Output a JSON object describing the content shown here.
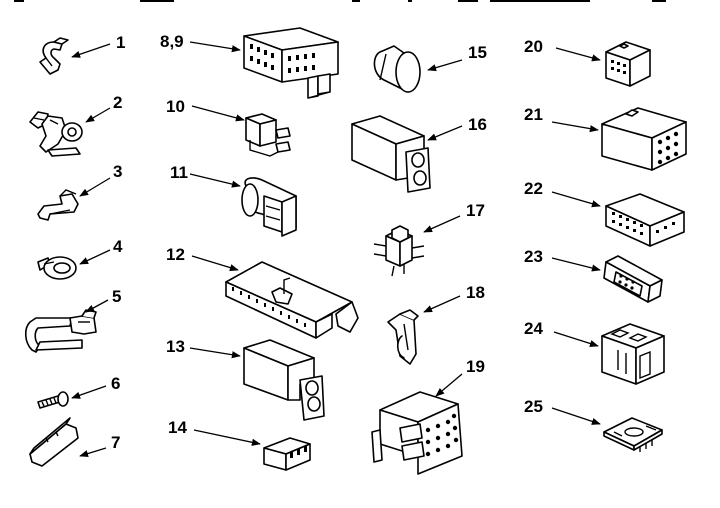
{
  "parts": [
    {
      "key": "p1",
      "label": "1"
    },
    {
      "key": "p2",
      "label": "2"
    },
    {
      "key": "p3",
      "label": "3"
    },
    {
      "key": "p4",
      "label": "4"
    },
    {
      "key": "p5",
      "label": "5"
    },
    {
      "key": "p6",
      "label": "6"
    },
    {
      "key": "p7",
      "label": "7"
    },
    {
      "key": "p89",
      "label": "8,9"
    },
    {
      "key": "p10",
      "label": "10"
    },
    {
      "key": "p11",
      "label": "11"
    },
    {
      "key": "p12",
      "label": "12"
    },
    {
      "key": "p13",
      "label": "13"
    },
    {
      "key": "p14",
      "label": "14"
    },
    {
      "key": "p15",
      "label": "15"
    },
    {
      "key": "p16",
      "label": "16"
    },
    {
      "key": "p17",
      "label": "17"
    },
    {
      "key": "p18",
      "label": "18"
    },
    {
      "key": "p19",
      "label": "19"
    },
    {
      "key": "p20",
      "label": "20"
    },
    {
      "key": "p21",
      "label": "21"
    },
    {
      "key": "p22",
      "label": "22"
    },
    {
      "key": "p23",
      "label": "23"
    },
    {
      "key": "p24",
      "label": "24"
    },
    {
      "key": "p25",
      "label": "25"
    }
  ]
}
